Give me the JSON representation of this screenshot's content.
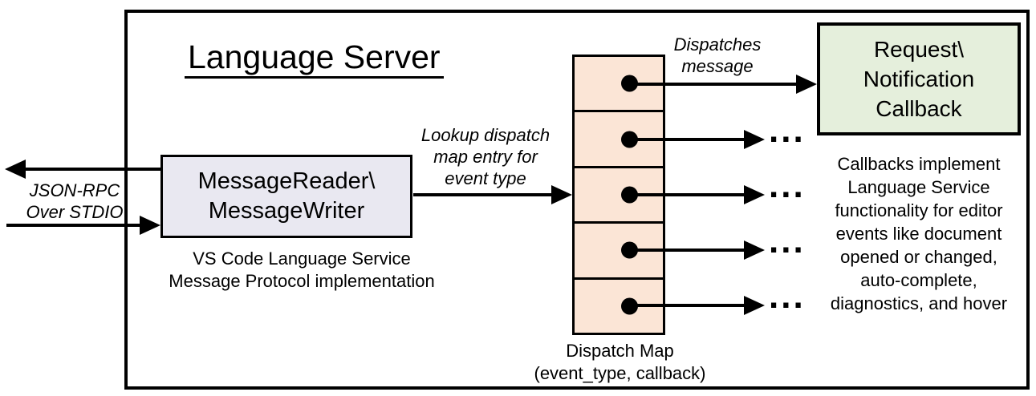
{
  "title": "Language Server",
  "stdio_label": {
    "line1": "JSON-RPC",
    "line2": "Over STDIO"
  },
  "reader_box": {
    "line1": "MessageReader\\",
    "line2": "MessageWriter"
  },
  "reader_caption": {
    "line1": "VS Code Language Service",
    "line2": "Message Protocol implementation"
  },
  "lookup_label": {
    "line1": "Lookup dispatch",
    "line2": "map entry for",
    "line3": "event type"
  },
  "dispatches_label": {
    "line1": "Dispatches",
    "line2": "message"
  },
  "callback_box": {
    "line1": "Request\\",
    "line2": "Notification",
    "line3": "Callback"
  },
  "callbacks_note": {
    "lines": [
      "Callbacks implement",
      "Language Service",
      "functionality for editor",
      "events like document",
      "opened or changed,",
      "auto-complete,",
      "diagnostics, and hover"
    ]
  },
  "dispatch_caption": {
    "line1": "Dispatch Map",
    "line2": "(event_type, callback)"
  },
  "ellipsis": "...",
  "dispatch_map": {
    "cell_count": 5
  },
  "colors": {
    "line": "#000000",
    "reader_fill": "#E9E8F1",
    "map_fill": "#FBE5D6",
    "callback_fill": "#E5EFDC"
  }
}
